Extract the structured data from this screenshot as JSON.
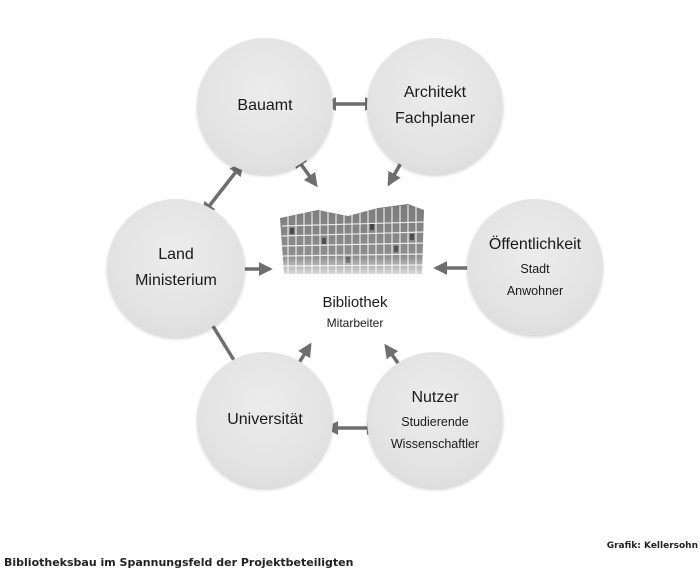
{
  "nodes": {
    "bauamt": {
      "title": "Bauamt"
    },
    "architekt": {
      "line1": "Architekt",
      "line2": "Fachplaner"
    },
    "land": {
      "line1": "Land",
      "line2": "Ministerium"
    },
    "oeffentlichkeit": {
      "title": "Öffentlichkeit",
      "sub1": "Stadt",
      "sub2": "Anwohner"
    },
    "universitaet": {
      "title": "Universität"
    },
    "nutzer": {
      "title": "Nutzer",
      "sub1": "Studierende",
      "sub2": "Wissenschaftler"
    }
  },
  "center": {
    "title": "Bibliothek",
    "subtitle": "Mitarbeiter"
  },
  "caption": "Bibliotheksbau im Spannungsfeld der Projektbeteiligten",
  "credit": "Grafik: Kellersohn",
  "colors": {
    "circle": "#e3e3e3",
    "arrow": "#6e6e6e"
  }
}
